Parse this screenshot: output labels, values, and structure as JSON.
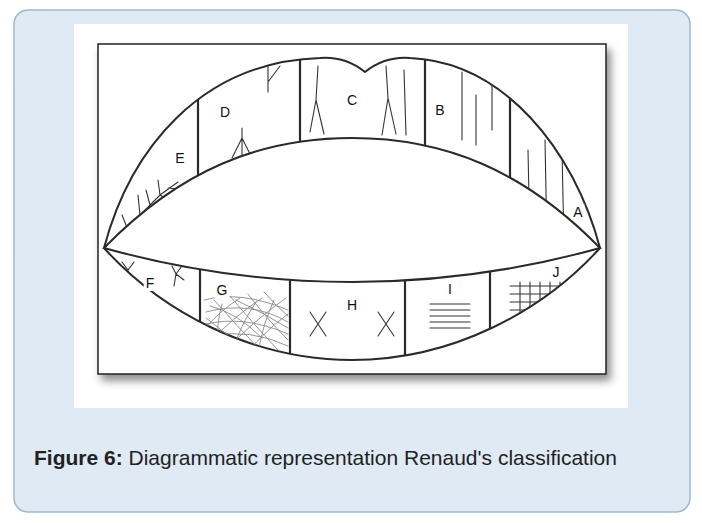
{
  "diagram": {
    "caption": "Figure 6: Diagrammatic representation Renaud's classification",
    "labels": [
      "A",
      "B",
      "C",
      "D",
      "E",
      "F",
      "G",
      "H",
      "I",
      "J"
    ]
  }
}
